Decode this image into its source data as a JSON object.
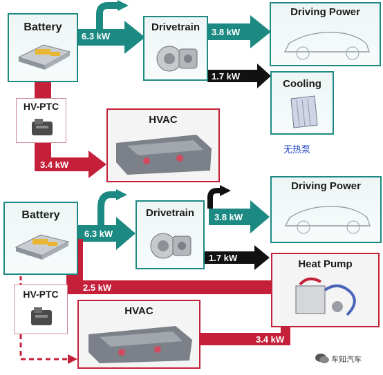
{
  "colors": {
    "teal": "#1c8a82",
    "red": "#c5203a",
    "black": "#111111",
    "note_blue": "#1a3fc4"
  },
  "top": {
    "battery": "Battery",
    "drivetrain": "Drivetrain",
    "driving_power": "Driving Power",
    "cooling": "Cooling",
    "hv_ptc": "HV-PTC",
    "hvac": "HVAC",
    "flow_battery_drivetrain": "6.3 kW",
    "flow_drivetrain_power": "3.8 kW",
    "flow_drivetrain_cooling": "1.7 kW",
    "flow_ptc_hvac": "3.4 kW",
    "note": "无热泵"
  },
  "bottom": {
    "battery": "Battery",
    "drivetrain": "Drivetrain",
    "driving_power": "Driving Power",
    "heat_pump": "Heat Pump",
    "hv_ptc": "HV-PTC",
    "hvac": "HVAC",
    "flow_battery_drivetrain": "6.3 kW",
    "flow_drivetrain_power": "3.8 kW",
    "flow_drivetrain_heatpump": "1.7 kW",
    "flow_battery_heatpump": "2.5 kW",
    "flow_heatpump_hvac": "3.4 kW"
  },
  "watermark": "车知汽车",
  "icons": [
    "battery-pack-icon",
    "electric-motor-icon",
    "car-outline-icon",
    "radiator-icon",
    "ptc-heater-icon",
    "dashboard-icon",
    "heat-pump-icon",
    "wechat-logo-icon"
  ]
}
